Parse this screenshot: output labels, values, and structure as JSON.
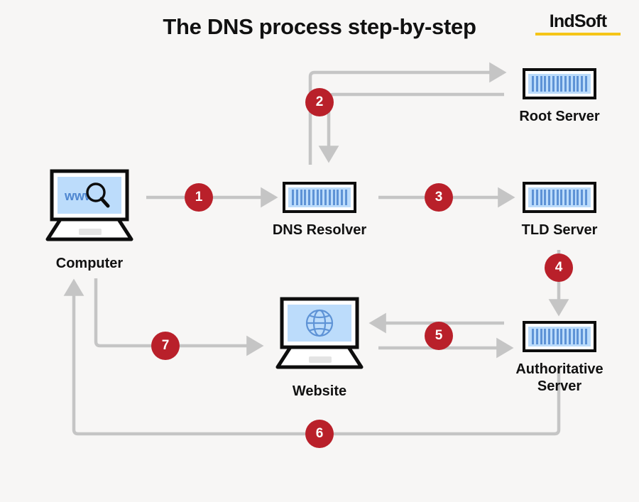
{
  "header": {
    "title": "The DNS process step-by-step",
    "logo_text": "IndSoft",
    "logo_accent_color": "#f5c518"
  },
  "theme": {
    "background": "#f7f6f5",
    "text_color": "#111111",
    "badge_color": "#b9202a",
    "badge_text_color": "#ffffff",
    "connector_color": "#c5c5c5",
    "screen_color": "#bcdcfb",
    "screen_accent": "#5e93d6",
    "outline_color": "#0d0d0d"
  },
  "nodes": [
    {
      "id": "computer",
      "label": "Computer",
      "icon": "laptop-search-icon"
    },
    {
      "id": "resolver",
      "label": "DNS Resolver",
      "icon": "server-icon"
    },
    {
      "id": "root",
      "label": "Root Server",
      "icon": "server-icon"
    },
    {
      "id": "tld",
      "label": "TLD Server",
      "icon": "server-icon"
    },
    {
      "id": "authoritative",
      "label": "Authoritative\nServer",
      "icon": "server-icon"
    },
    {
      "id": "website",
      "label": "Website",
      "icon": "laptop-globe-icon"
    }
  ],
  "steps": [
    {
      "number": "1",
      "from": "computer",
      "to": "resolver"
    },
    {
      "number": "2",
      "from": "resolver",
      "to": "root"
    },
    {
      "number": "3",
      "from": "resolver",
      "to": "tld"
    },
    {
      "number": "4",
      "from": "tld",
      "to": "authoritative"
    },
    {
      "number": "5",
      "from": "authoritative",
      "to": "website"
    },
    {
      "number": "6",
      "from": "authoritative",
      "to": "computer"
    },
    {
      "number": "7",
      "from": "resolver",
      "to": "website"
    }
  ],
  "computer_screen": {
    "text": "www",
    "icon": "magnifier-icon"
  },
  "website_screen": {
    "icon": "globe-icon"
  }
}
